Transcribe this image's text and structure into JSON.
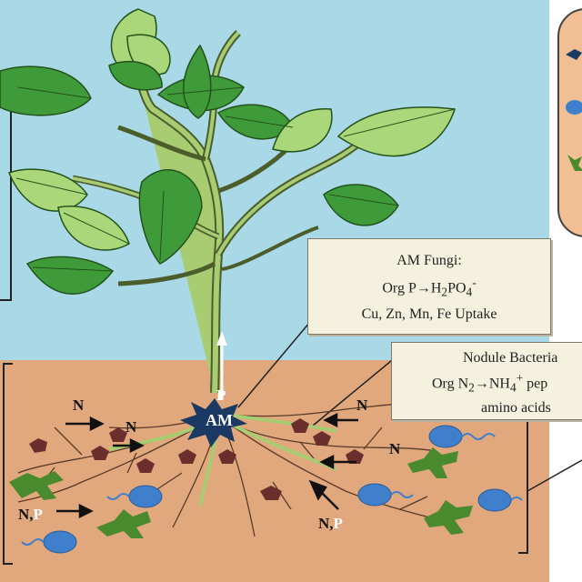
{
  "am_fungi_box": {
    "title": "AM Fungi:",
    "line2_prefix": "Org P→H",
    "line2_sub1": "2",
    "line2_mid": "PO",
    "line2_sub2": "4",
    "line2_sup": "-",
    "line3": "Cu, Zn, Mn, Fe Uptake"
  },
  "nodule_box": {
    "title": "Nodule Bacteria",
    "line2_prefix": "Org N",
    "line2_sub1": "2",
    "line2_mid": "→NH",
    "line2_sub2": "4",
    "line2_sup": "+",
    "line2_suffix": " pep",
    "line3": "amino acids"
  },
  "root_labels": {
    "am": "AM",
    "p_up": "P",
    "n": "N",
    "np_n": "N,",
    "np_p": "P"
  },
  "colors": {
    "sky": "#a9d8e6",
    "soil": "#e0a87c",
    "stem": "#a7cc72",
    "leaf_dark": "#3f9b3a",
    "leaf_light": "#a9d77a",
    "am_star": "#1a3a63",
    "nodule": "#6a2f2c",
    "bacteria": "#3f7fcc",
    "fungus": "#4a8a2e"
  }
}
